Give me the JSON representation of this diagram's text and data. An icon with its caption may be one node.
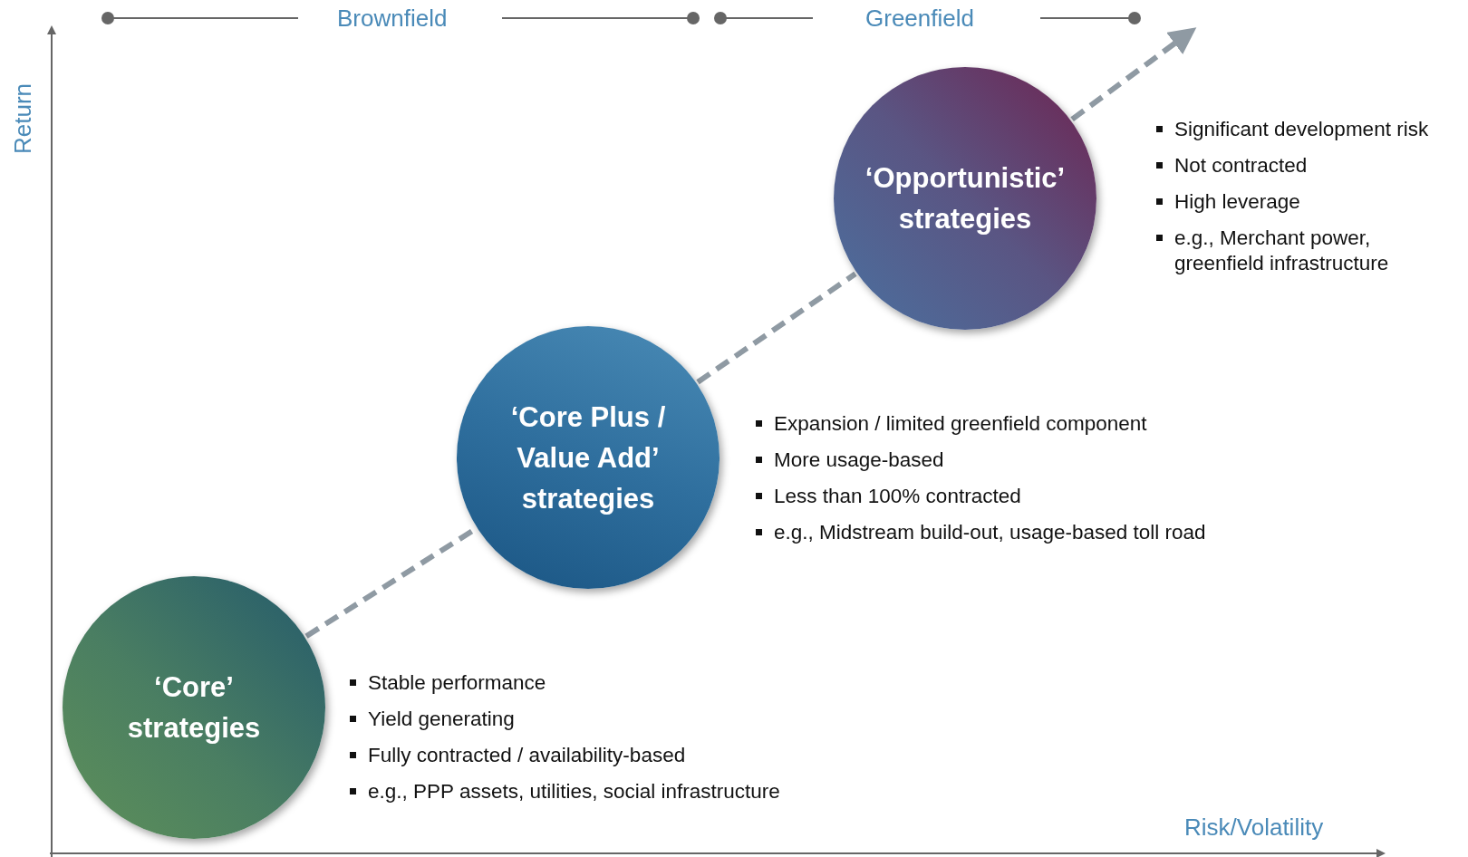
{
  "diagram": {
    "nodes": [
      {
        "text": [
          "‘Core’ strategies"
        ],
        "beside": [
          "Stable performance",
          "Yield generating",
          "Fully contracted / availability-based",
          "e.g., PPP assets, utilities, social infrastructure"
        ]
      },
      {
        "text": [
          "‘Core Plus / Value Add’ strategies"
        ],
        "beside": [
          "Expansion / limited greenfield component",
          "More usage-based",
          "Less than 100% contracted",
          "e.g., Midstream build-out, usage-based toll road"
        ]
      },
      {
        "text": [
          "‘Opportunistic’ strategies"
        ],
        "beside": [
          "Significant development risk",
          "Not contracted",
          "High leverage",
          "e.g., Merchant power, greenfield infrastructure"
        ]
      }
    ],
    "edges": [
      {
        "from": 0,
        "to": 1,
        "arrow": "none",
        "style": "dashed"
      },
      {
        "from": 1,
        "to": 2,
        "arrow": "none",
        "style": "dashed"
      },
      {
        "from": 2,
        "to": null,
        "arrow": "to",
        "style": "dashed"
      }
    ],
    "labels": [
      "Brownfield",
      "Greenfield",
      "Return",
      "Risk/Volatility"
    ]
  }
}
